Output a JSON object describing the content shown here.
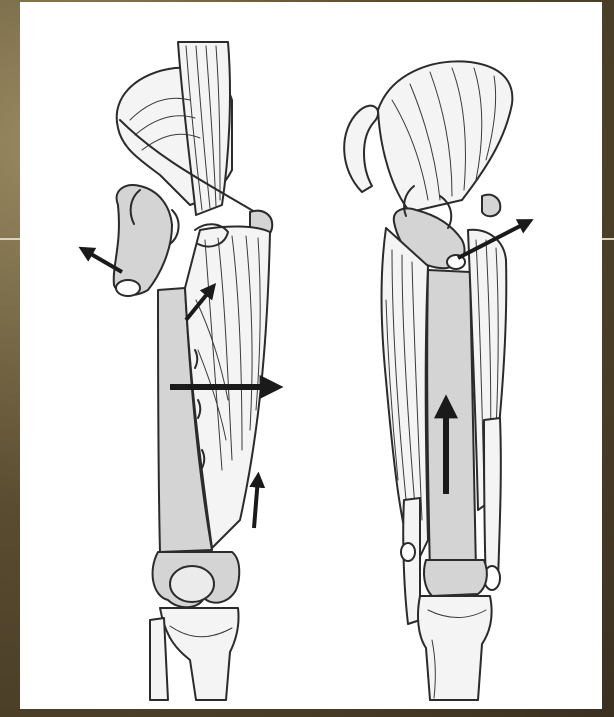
{
  "image": {
    "panels": [
      {
        "id": "left-thigh",
        "arrows": [
          "abduction-arrow",
          "lateral-arrow",
          "lower-proximal-arrow",
          "upper-proximal-arrow"
        ]
      },
      {
        "id": "right-thigh",
        "arrows": [
          "extension-arrow",
          "proximal-arrow"
        ]
      }
    ],
    "colors": {
      "bone": "#d4d4d4",
      "ink": "#2b2b2b",
      "arrow": "#1a1a1a",
      "background": "#ffffff"
    }
  }
}
